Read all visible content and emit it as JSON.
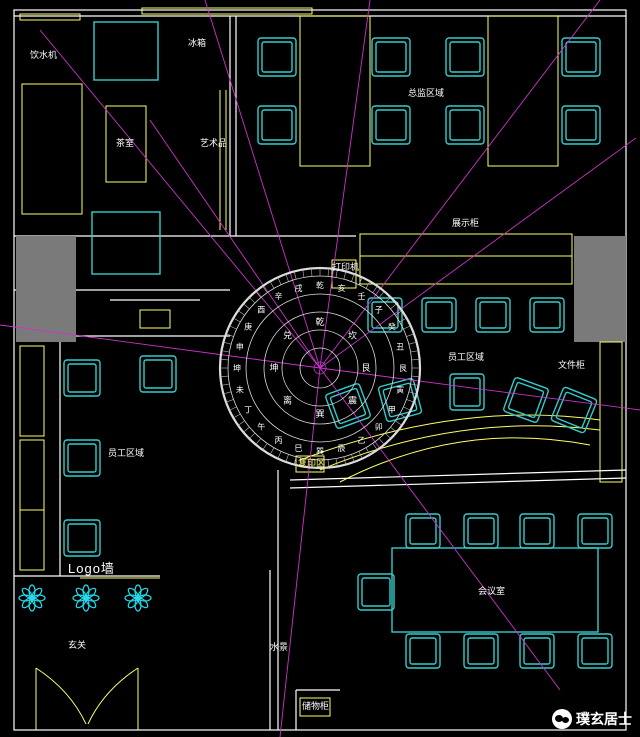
{
  "labels": {
    "water_dispenser": "饮水机",
    "fridge": "冰箱",
    "tea_room": "茶室",
    "gift_area": "艺术品",
    "director_area": "总监区域",
    "display_cabinet": "展示柜",
    "printer": "打印机",
    "staff_area_right": "员工区域",
    "file_cabinet": "文件柜",
    "staff_area_left": "员工区域",
    "logo_wall": "Logo墙",
    "meeting_room": "会议室",
    "entrance": "玄关",
    "water_feature": "水景",
    "bottom_cabinet": "储物柜",
    "center_bottom_label": "复印区"
  },
  "compass_ring": [
    "乾",
    "亥",
    "壬",
    "子",
    "癸",
    "丑",
    "艮",
    "寅",
    "甲",
    "卯",
    "乙",
    "辰",
    "巽",
    "巳",
    "丙",
    "午",
    "丁",
    "未",
    "坤",
    "申",
    "庚",
    "酉",
    "辛",
    "戌"
  ],
  "compass_inner": [
    "乾",
    "坎",
    "艮",
    "震",
    "巽",
    "离",
    "坤",
    "兑"
  ],
  "watermark": {
    "text": "璞玄居士",
    "icon": "wechat-icon"
  },
  "colors": {
    "wall": "#ffffff",
    "furniture": "#33cccc",
    "fixture": "#ffff66",
    "axis": "#cc33cc",
    "plant": "#22ddee"
  }
}
